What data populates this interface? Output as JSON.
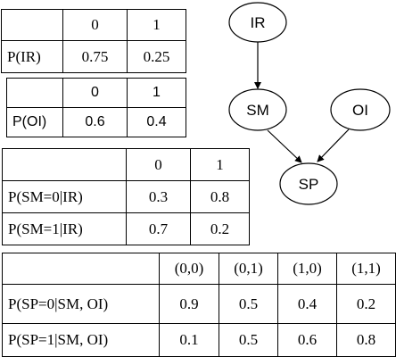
{
  "tables": {
    "ir": {
      "columns": [
        "0",
        "1"
      ],
      "rows": [
        {
          "label": "P(IR)",
          "values": [
            "0.75",
            "0.25"
          ]
        }
      ]
    },
    "oi": {
      "columns": [
        "0",
        "1"
      ],
      "rows": [
        {
          "label": "P(OI)",
          "values": [
            "0.6",
            "0.4"
          ]
        }
      ]
    },
    "sm": {
      "columns": [
        "0",
        "1"
      ],
      "rows": [
        {
          "label": "P(SM=0|IR)",
          "values": [
            "0.3",
            "0.8"
          ]
        },
        {
          "label": "P(SM=1|IR)",
          "values": [
            "0.7",
            "0.2"
          ]
        }
      ]
    },
    "sp": {
      "columns": [
        "(0,0)",
        "(0,1)",
        "(1,0)",
        "(1,1)"
      ],
      "rows": [
        {
          "label": "P(SP=0|SM, OI)",
          "values": [
            "0.9",
            "0.5",
            "0.4",
            "0.2"
          ]
        },
        {
          "label": "P(SP=1|SM, OI)",
          "values": [
            "0.1",
            "0.5",
            "0.6",
            "0.8"
          ]
        }
      ]
    }
  },
  "network": {
    "nodes": {
      "ir": "IR",
      "sm": "SM",
      "oi": "OI",
      "sp": "SP"
    }
  }
}
